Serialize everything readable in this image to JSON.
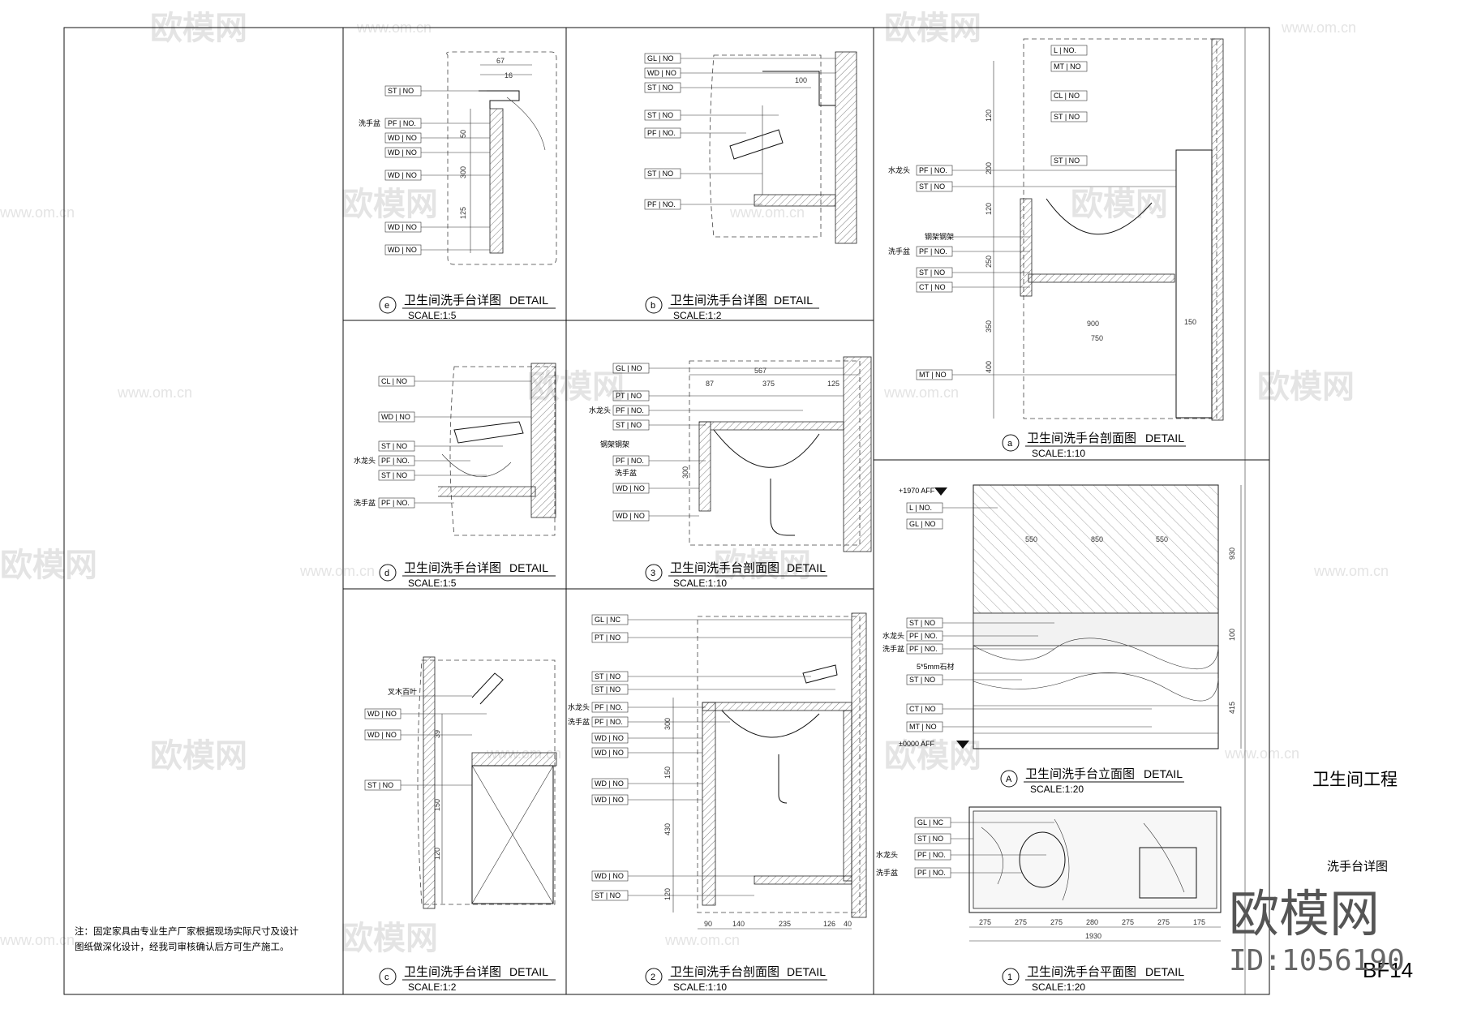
{
  "sheet_title": "卫生间工程",
  "drawing_name": "洗手台详图",
  "sheet_no": "BF14",
  "watermark": {
    "brand": "欧模网",
    "url": "www.om.cn",
    "id_text": "ID:1056190"
  },
  "note_lines": [
    "注：固定家具由专业生产厂家根据现场实际尺寸及设计",
    "图纸做深化设计，经我司审核确认后方可生产施工。"
  ],
  "panels": [
    {
      "bubble": "e",
      "title": "卫生间洗手台详图",
      "detail": "DETAIL",
      "scale": "SCALE:1:5"
    },
    {
      "bubble": "b",
      "title": "卫生间洗手台详图",
      "detail": "DETAIL",
      "scale": "SCALE:1:2"
    },
    {
      "bubble": "a",
      "title": "卫生间洗手台剖面图",
      "detail": "DETAIL",
      "scale": "SCALE:1:10"
    },
    {
      "bubble": "d",
      "title": "卫生间洗手台详图",
      "detail": "DETAIL",
      "scale": "SCALE:1:5"
    },
    {
      "bubble": "3",
      "title": "卫生间洗手台剖面图",
      "detail": "DETAIL",
      "scale": "SCALE:1:10"
    },
    {
      "bubble": "A",
      "title": "卫生间洗手台立面图",
      "detail": "DETAIL",
      "scale": "SCALE:1:20"
    },
    {
      "bubble": "c",
      "title": "卫生间洗手台详图",
      "detail": "DETAIL",
      "scale": "SCALE:1:2"
    },
    {
      "bubble": "2",
      "title": "卫生间洗手台剖面图",
      "detail": "DETAIL",
      "scale": "SCALE:1:10"
    },
    {
      "bubble": "1",
      "title": "卫生间洗手台平面图",
      "detail": "DETAIL",
      "scale": "SCALE:1:20"
    }
  ],
  "levels": {
    "top": "+1970 AFF",
    "bottom": "±0000 AFF"
  },
  "labels": {
    "basin": "洗手盆",
    "faucet": "水龙头",
    "bracket": "钢架钢架",
    "louver": "叉木百叶",
    "stone_edge": "5*5mm石材"
  },
  "plan_dims": [
    "275",
    "275",
    "275",
    "280",
    "275",
    "275",
    "175"
  ],
  "plan_total": "1930",
  "elev_dims": [
    "550",
    "850",
    "550"
  ],
  "sec_a_dims": [
    "900",
    "750",
    "150"
  ],
  "sec2_dims": [
    "90",
    "140",
    "235",
    "126",
    "40"
  ]
}
